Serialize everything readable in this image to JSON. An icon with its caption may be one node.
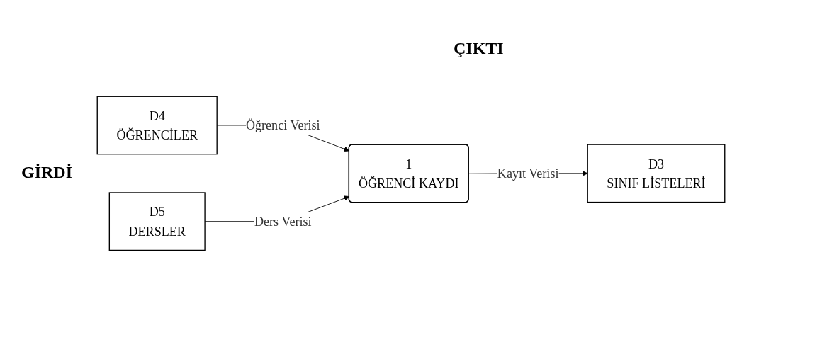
{
  "diagram": {
    "nodes": [
      {
        "text": [
          "D4",
          "ÖĞRENCİLER"
        ]
      },
      {
        "text": [
          "1",
          "ÖĞRENCİ KAYDI"
        ]
      },
      {
        "text": [
          "D3",
          "SINIF LİSTELERİ"
        ]
      },
      {
        "text": [
          "D5",
          "DERSLER"
        ]
      }
    ],
    "edges": [
      {
        "from": 0,
        "to": 1,
        "arrow": "to",
        "label": "Öğrenci Verisi"
      },
      {
        "from": 3,
        "to": 1,
        "arrow": "to",
        "label": "Ders Verisi"
      },
      {
        "from": 1,
        "to": 2,
        "arrow": "to",
        "label": "Kayıt Verisi"
      }
    ],
    "labels": [
      "ÇIKTI",
      "GİRDİ"
    ]
  }
}
